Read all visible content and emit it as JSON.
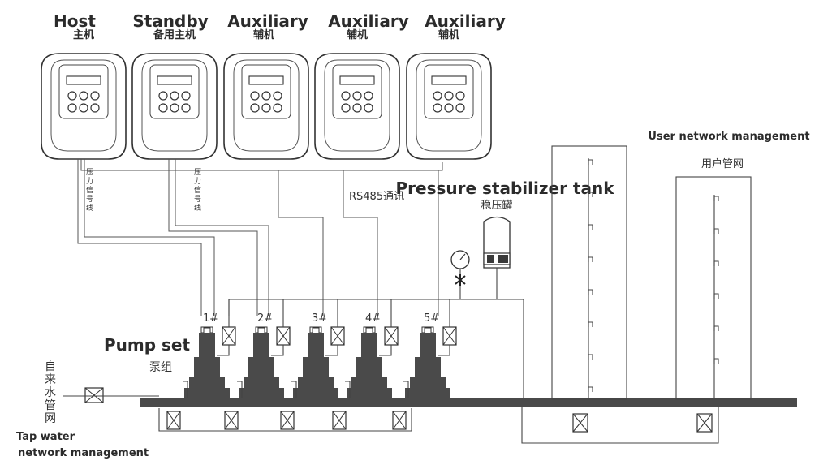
{
  "units": [
    {
      "label_en": "Host",
      "label_cn": "主机"
    },
    {
      "label_en": "Standby",
      "label_cn": "备用主机"
    },
    {
      "label_en": "Auxiliary",
      "label_cn": "辅机"
    },
    {
      "label_en": "Auxiliary",
      "label_cn": "辅机"
    },
    {
      "label_en": "Auxiliary",
      "label_cn": "辅机"
    }
  ],
  "pumps": [
    "1#",
    "2#",
    "3#",
    "4#",
    "5#"
  ],
  "pump_set": {
    "label_en": "Pump set",
    "label_cn": "泵组"
  },
  "signal_line": "压力信号线",
  "comm": "RS485通讯",
  "tank": {
    "label_en": "Pressure stabilizer tank",
    "label_cn": "稳压罐"
  },
  "user_network": {
    "label_en": "User network management",
    "label_cn": "用户管网"
  },
  "tap_water": {
    "label_cn": "自来水管网",
    "label_en_line1": "Tap water",
    "label_en_line2": "network management"
  },
  "colors": {
    "pump": "#4a4a4a",
    "line": "#444444",
    "text": "#2b2b2b",
    "background": "#ffffff"
  }
}
